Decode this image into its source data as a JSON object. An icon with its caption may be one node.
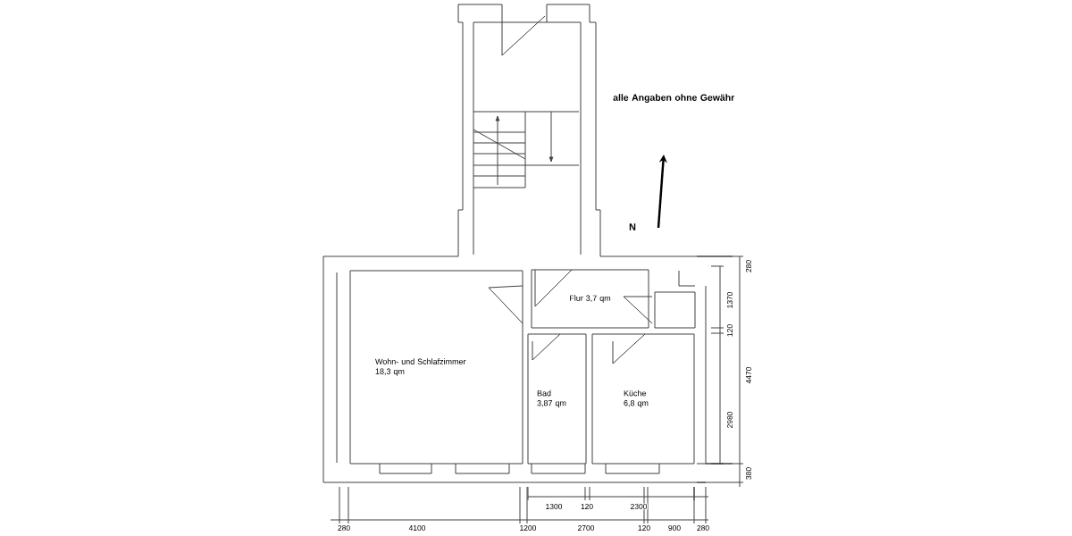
{
  "diagram": {
    "nodes": [
      {
        "text": [
          "Wohn- und Schlafzimmer",
          "18,3 qm"
        ]
      },
      {
        "text": [
          "Flur 3,7 qm"
        ]
      },
      {
        "text": [
          "Bad",
          "3,87 qm"
        ]
      },
      {
        "text": [
          "Küche",
          "6,8 qm"
        ]
      }
    ],
    "edges": [],
    "labels": [
      "alle Angaben ohne Gewähr",
      "N",
      "280",
      "1370",
      "120",
      "4470",
      "2980",
      "380",
      "1300",
      "120",
      "2300",
      "280",
      "4100",
      "1200",
      "2700",
      "120",
      "900",
      "280"
    ]
  }
}
